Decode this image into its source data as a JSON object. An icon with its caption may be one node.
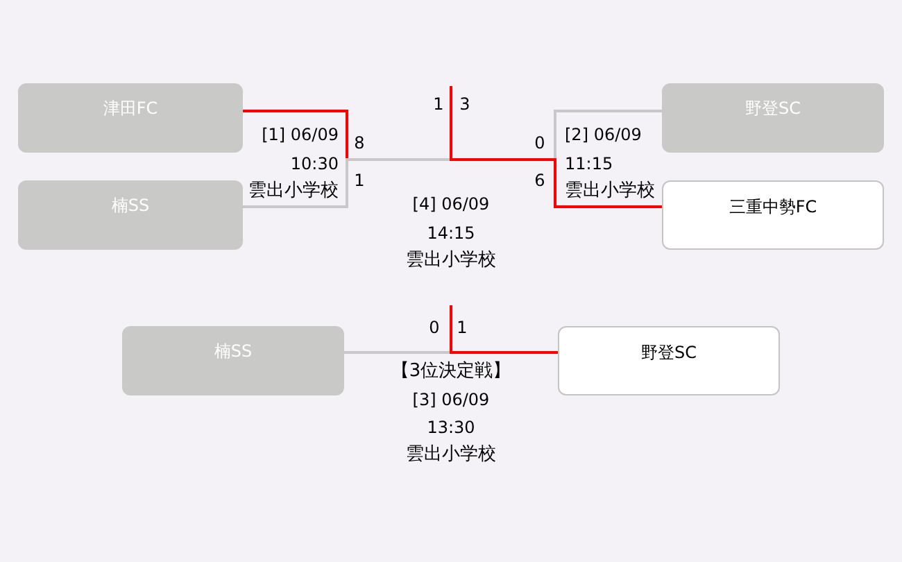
{
  "diagram": {
    "nodes": [
      {
        "text": [
          "津田FC"
        ]
      },
      {
        "text": [
          "楠SS"
        ]
      },
      {
        "text": [
          "野登SC"
        ]
      },
      {
        "text": [
          "三重中勢FC"
        ]
      },
      {
        "text": [
          "楠SS"
        ]
      },
      {
        "text": [
          "野登SC"
        ]
      }
    ],
    "edges": [
      {
        "from": 0,
        "to": null,
        "arrow": "none",
        "color": "#ff0000"
      },
      {
        "from": 1,
        "to": null,
        "arrow": "none",
        "color": "#c8c8c8"
      },
      {
        "from": 2,
        "to": null,
        "arrow": "none",
        "color": "#c8c8c8"
      },
      {
        "from": 3,
        "to": null,
        "arrow": "none",
        "color": "#ff0000"
      },
      {
        "from": 4,
        "to": null,
        "arrow": "none",
        "color": "#c8c8c8"
      },
      {
        "from": 5,
        "to": null,
        "arrow": "none",
        "color": "#ff0000"
      }
    ],
    "labels": [
      "1",
      "3",
      "[1] 06/09",
      "10:30",
      "雲出小学校",
      "8",
      "1",
      "0",
      "6",
      "[2] 06/09",
      "11:15",
      "雲出小学校",
      "[4] 06/09",
      "14:15",
      "雲出小学校",
      "0",
      "1",
      "【3位決定戦】",
      "[3] 06/09",
      "13:30",
      "雲出小学校"
    ]
  }
}
